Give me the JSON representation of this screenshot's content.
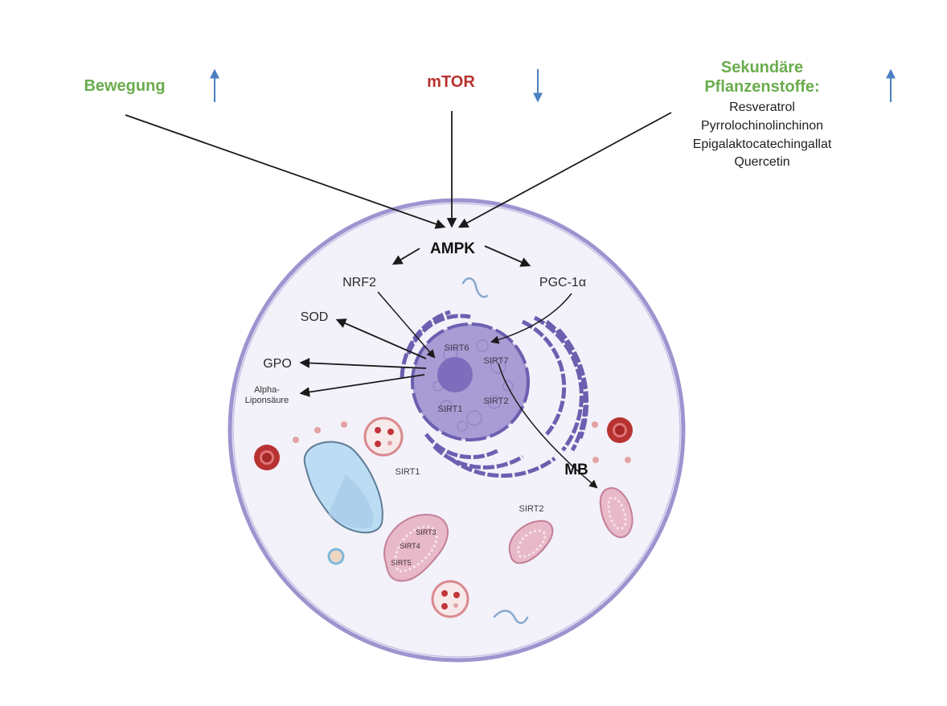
{
  "inputs": {
    "bewegung": {
      "label": "Bewegung",
      "direction": "up",
      "color": "#6aac4d"
    },
    "mtor": {
      "label": "mTOR",
      "direction": "down",
      "color": "#b8322f"
    },
    "pflanzenstoffe": {
      "title_line1": "Sekundäre",
      "title_line2": "Pflanzenstoffe:",
      "direction": "up",
      "color": "#6aac4d",
      "items": [
        "Resveratrol",
        "Pyrrolochinolinchinon",
        "Epigalaktocatechingallat",
        "Quercetin"
      ]
    },
    "arrow_color": "#4a7fc1"
  },
  "cell": {
    "hub": "AMPK",
    "branches": {
      "left": "NRF2",
      "right": "PGC-1α"
    },
    "antioxidants": {
      "sod": "SOD",
      "gpo": "GPO",
      "ala_line1": "Alpha-",
      "ala_line2": "Liponsäure"
    },
    "nucleus_labels": {
      "sirt6": "SIRT6",
      "sirt7": "SIRT7",
      "sirt1": "SIRT1",
      "sirt2": "SIRT2"
    },
    "cytoplasm_labels": {
      "sirt1": "SIRT1",
      "sirt2": "SIRT2"
    },
    "mito_labels": {
      "sirt3": "SIRT3",
      "sirt4": "SIRT4",
      "sirt5": "SIRT5"
    },
    "mb": "MB",
    "colors": {
      "membrane": "#9f93cf",
      "cytoplasm": "#f3f1f9",
      "nucleus": "#a99bd3",
      "er": "#6c5fb0",
      "mito": "#e8b9c8",
      "vacuole": "#bcdcf3"
    }
  }
}
